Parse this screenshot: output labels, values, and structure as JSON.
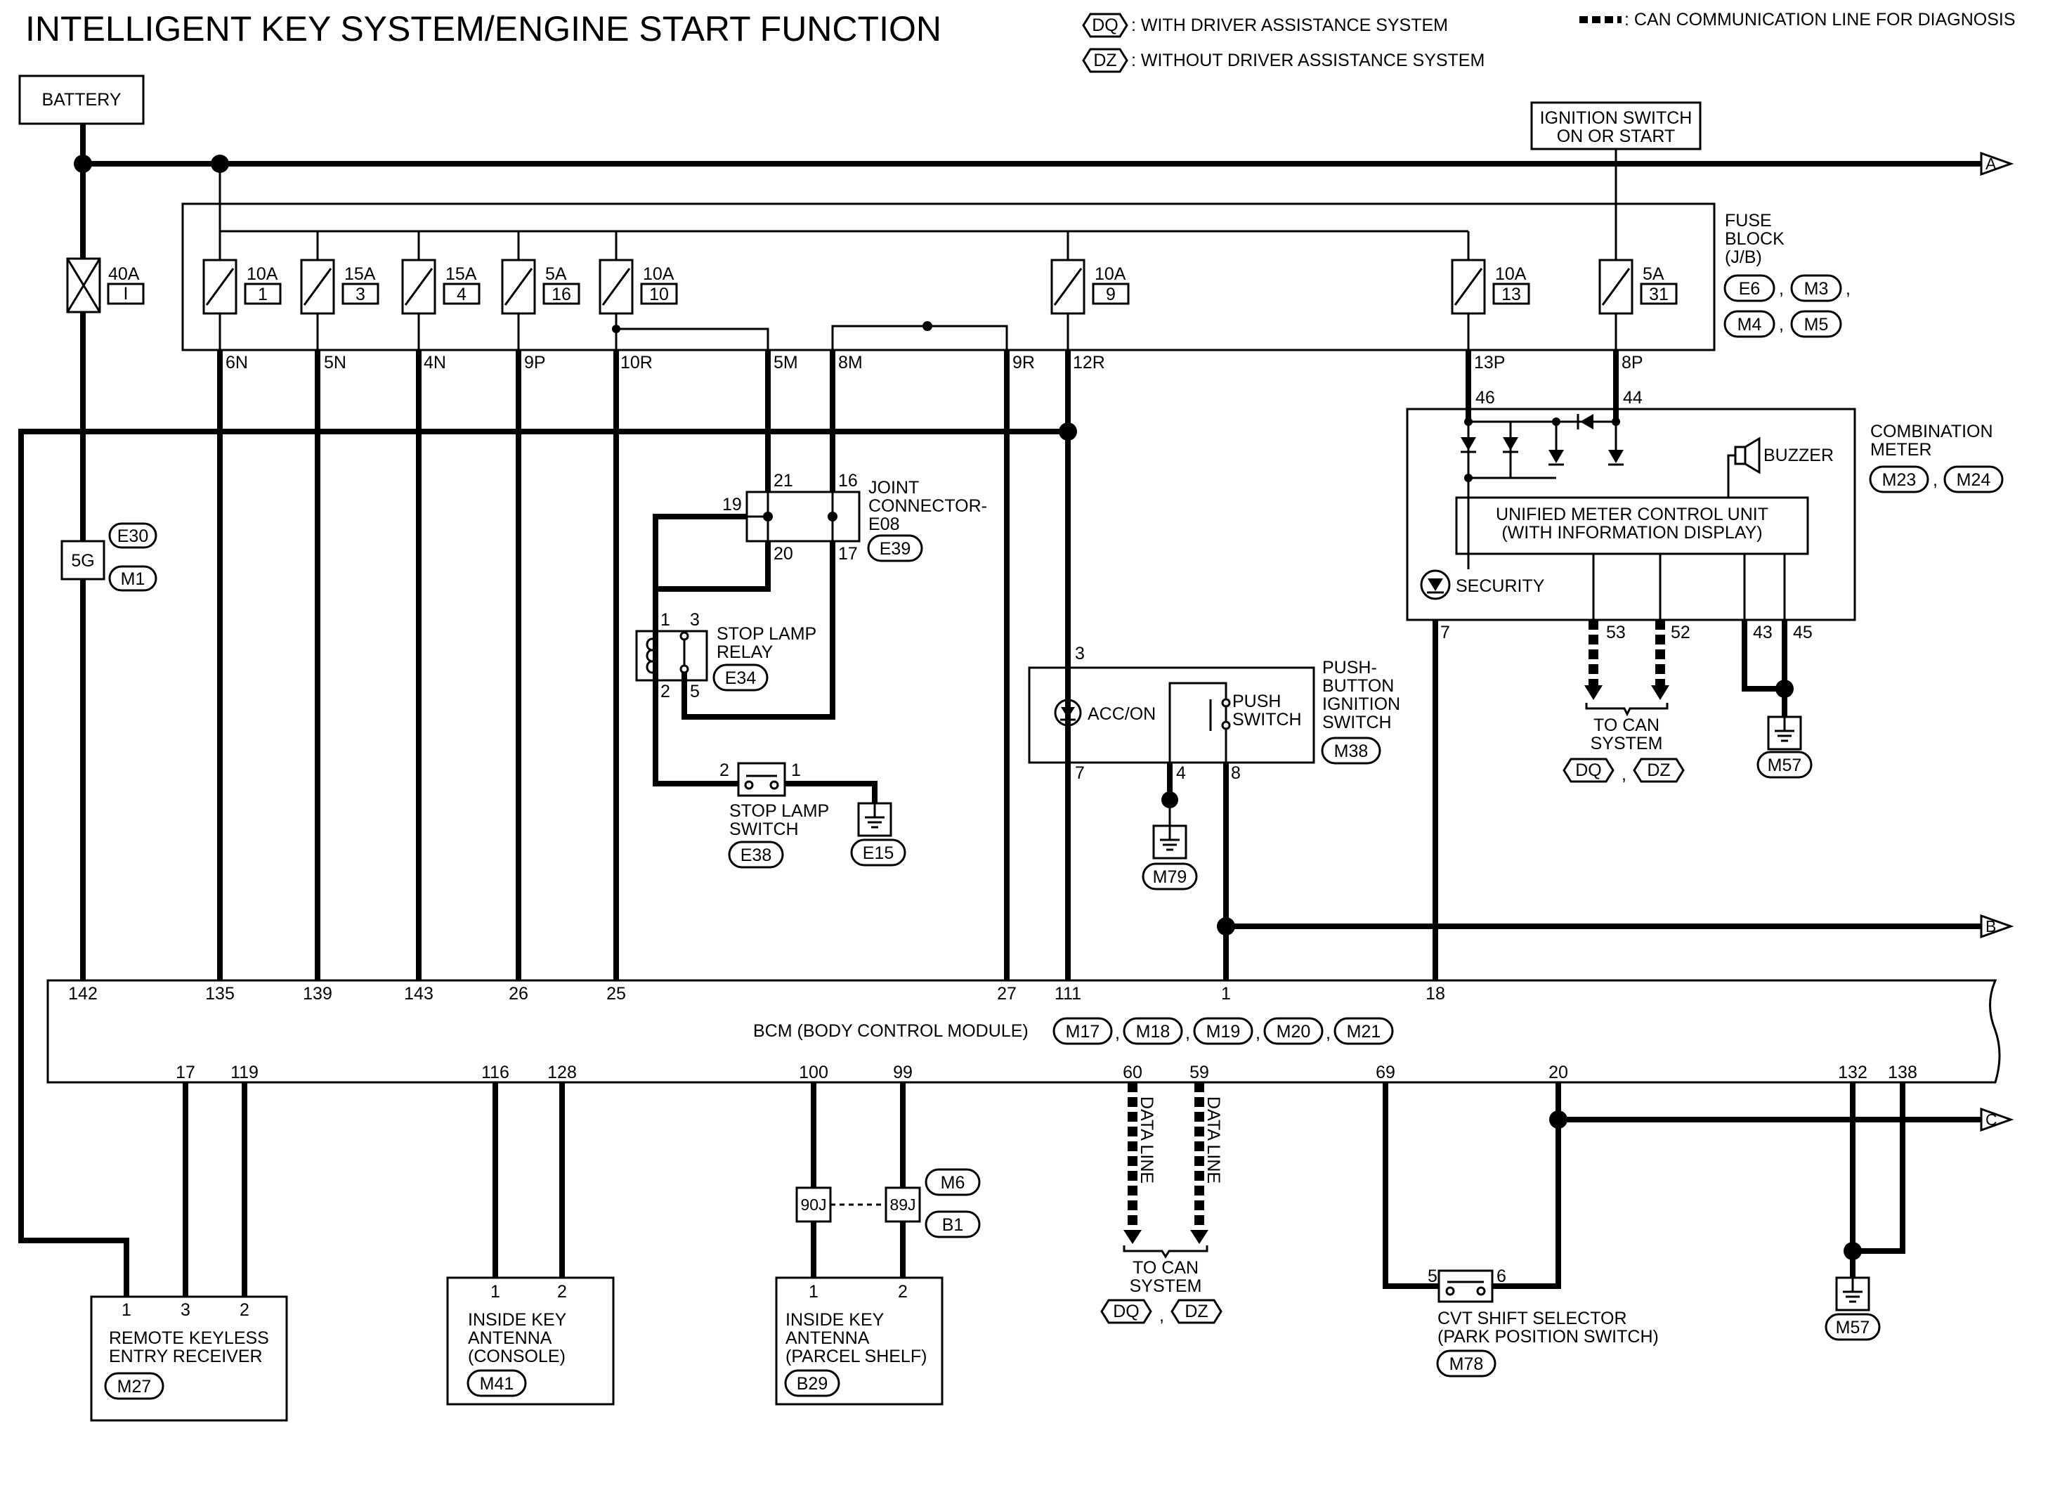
{
  "title": "INTELLIGENT KEY SYSTEM/ENGINE START FUNCTION",
  "legend": {
    "dq_code": "DQ",
    "dq_text": ": WITH DRIVER ASSISTANCE SYSTEM",
    "dz_code": "DZ",
    "dz_text": ": WITHOUT DRIVER ASSISTANCE SYSTEM",
    "can_text": ": CAN COMMUNICATION LINE FOR DIAGNOSIS"
  },
  "battery": "BATTERY",
  "ignition": {
    "line1": "IGNITION SWITCH",
    "line2": "ON OR START"
  },
  "off_page": {
    "a": "A",
    "b": "B",
    "c": "C"
  },
  "fusible_link": {
    "rating": "40A",
    "number": "I"
  },
  "fuse_block": {
    "label1": "FUSE",
    "label2": "BLOCK",
    "label3": "(J/B)",
    "connectors": [
      "E6",
      "M3",
      "M4",
      "M5"
    ],
    "separator": ",",
    "fuses": [
      {
        "rating": "10A",
        "number": "1",
        "terminal": "6N"
      },
      {
        "rating": "15A",
        "number": "3",
        "terminal": "5N"
      },
      {
        "rating": "15A",
        "number": "4",
        "terminal": "4N"
      },
      {
        "rating": "5A",
        "number": "16",
        "terminal": "9P"
      },
      {
        "rating": "10A",
        "number": "10",
        "terminal": "10R"
      },
      {
        "rating": "10A",
        "number": "9",
        "terminal": "12R"
      },
      {
        "rating": "10A",
        "number": "13",
        "terminal": "13P"
      },
      {
        "rating": "5A",
        "number": "31",
        "terminal": "8P"
      }
    ],
    "other_terminals": [
      "5M",
      "8M",
      "9R"
    ]
  },
  "inline_connector": {
    "terminal": "5G",
    "conn1": "E30",
    "conn2": "M1"
  },
  "joint_connector": {
    "label1": "JOINT",
    "label2": "CONNECTOR-",
    "label3": "E08",
    "connector": "E39",
    "pins": [
      "21",
      "16",
      "19",
      "20",
      "17"
    ]
  },
  "stop_lamp_relay": {
    "label1": "STOP LAMP",
    "label2": "RELAY",
    "connector": "E34",
    "pins": [
      "1",
      "3",
      "2",
      "5"
    ]
  },
  "stop_lamp_switch": {
    "label1": "STOP LAMP",
    "label2": "SWITCH",
    "connector": "E38",
    "pins": [
      "2",
      "1"
    ],
    "ground": "E15"
  },
  "push_button": {
    "label1": "PUSH-",
    "label2": "BUTTON",
    "label3": "IGNITION",
    "label4": "SWITCH",
    "connector": "M38",
    "acc_on": "ACC/ON",
    "push1": "PUSH",
    "push2": "SWITCH",
    "pins": [
      "3",
      "7",
      "4",
      "8"
    ],
    "ground": "M79"
  },
  "combination_meter": {
    "label1": "COMBINATION",
    "label2": "METER",
    "conn1": "M23",
    "conn2": "M24",
    "buzzer": "BUZZER",
    "unit1": "UNIFIED METER CONTROL UNIT",
    "unit2": "(WITH INFORMATION DISPLAY)",
    "security": "SECURITY",
    "pins": [
      "46",
      "44",
      "7",
      "53",
      "52",
      "43",
      "45"
    ],
    "to_can1": "TO CAN",
    "to_can2": "SYSTEM",
    "ground": "M57"
  },
  "bcm": {
    "label": "BCM (BODY CONTROL MODULE)",
    "connectors": [
      "M17",
      "M18",
      "M19",
      "M20",
      "M21"
    ],
    "top_pins": [
      "142",
      "135",
      "139",
      "143",
      "26",
      "25",
      "27",
      "111",
      "1",
      "18"
    ],
    "bottom_pins": [
      "17",
      "119",
      "116",
      "128",
      "100",
      "99",
      "60",
      "59",
      "69",
      "20",
      "132",
      "138"
    ],
    "data_line": "DATA LINE",
    "to_can1": "TO CAN",
    "to_can2": "SYSTEM"
  },
  "remote_keyless": {
    "label1": "REMOTE KEYLESS",
    "label2": "ENTRY RECEIVER",
    "connector": "M27",
    "pins": [
      "1",
      "3",
      "2"
    ]
  },
  "antenna_console": {
    "label1": "INSIDE KEY",
    "label2": "ANTENNA",
    "label3": "(CONSOLE)",
    "connector": "M41",
    "pins": [
      "1",
      "2"
    ]
  },
  "antenna_parcel": {
    "label1": "INSIDE KEY",
    "label2": "ANTENNA",
    "label3": "(PARCEL SHELF)",
    "connector": "B29",
    "pins": [
      "1",
      "2"
    ]
  },
  "harness_connector": {
    "t1": "90J",
    "t2": "89J",
    "conn1": "M6",
    "conn2": "B1"
  },
  "cvt_selector": {
    "label1": "CVT SHIFT SELECTOR",
    "label2": "(PARK POSITION SWITCH)",
    "connector": "M78",
    "pins": [
      "5",
      "6"
    ]
  },
  "ground_right": "M57"
}
